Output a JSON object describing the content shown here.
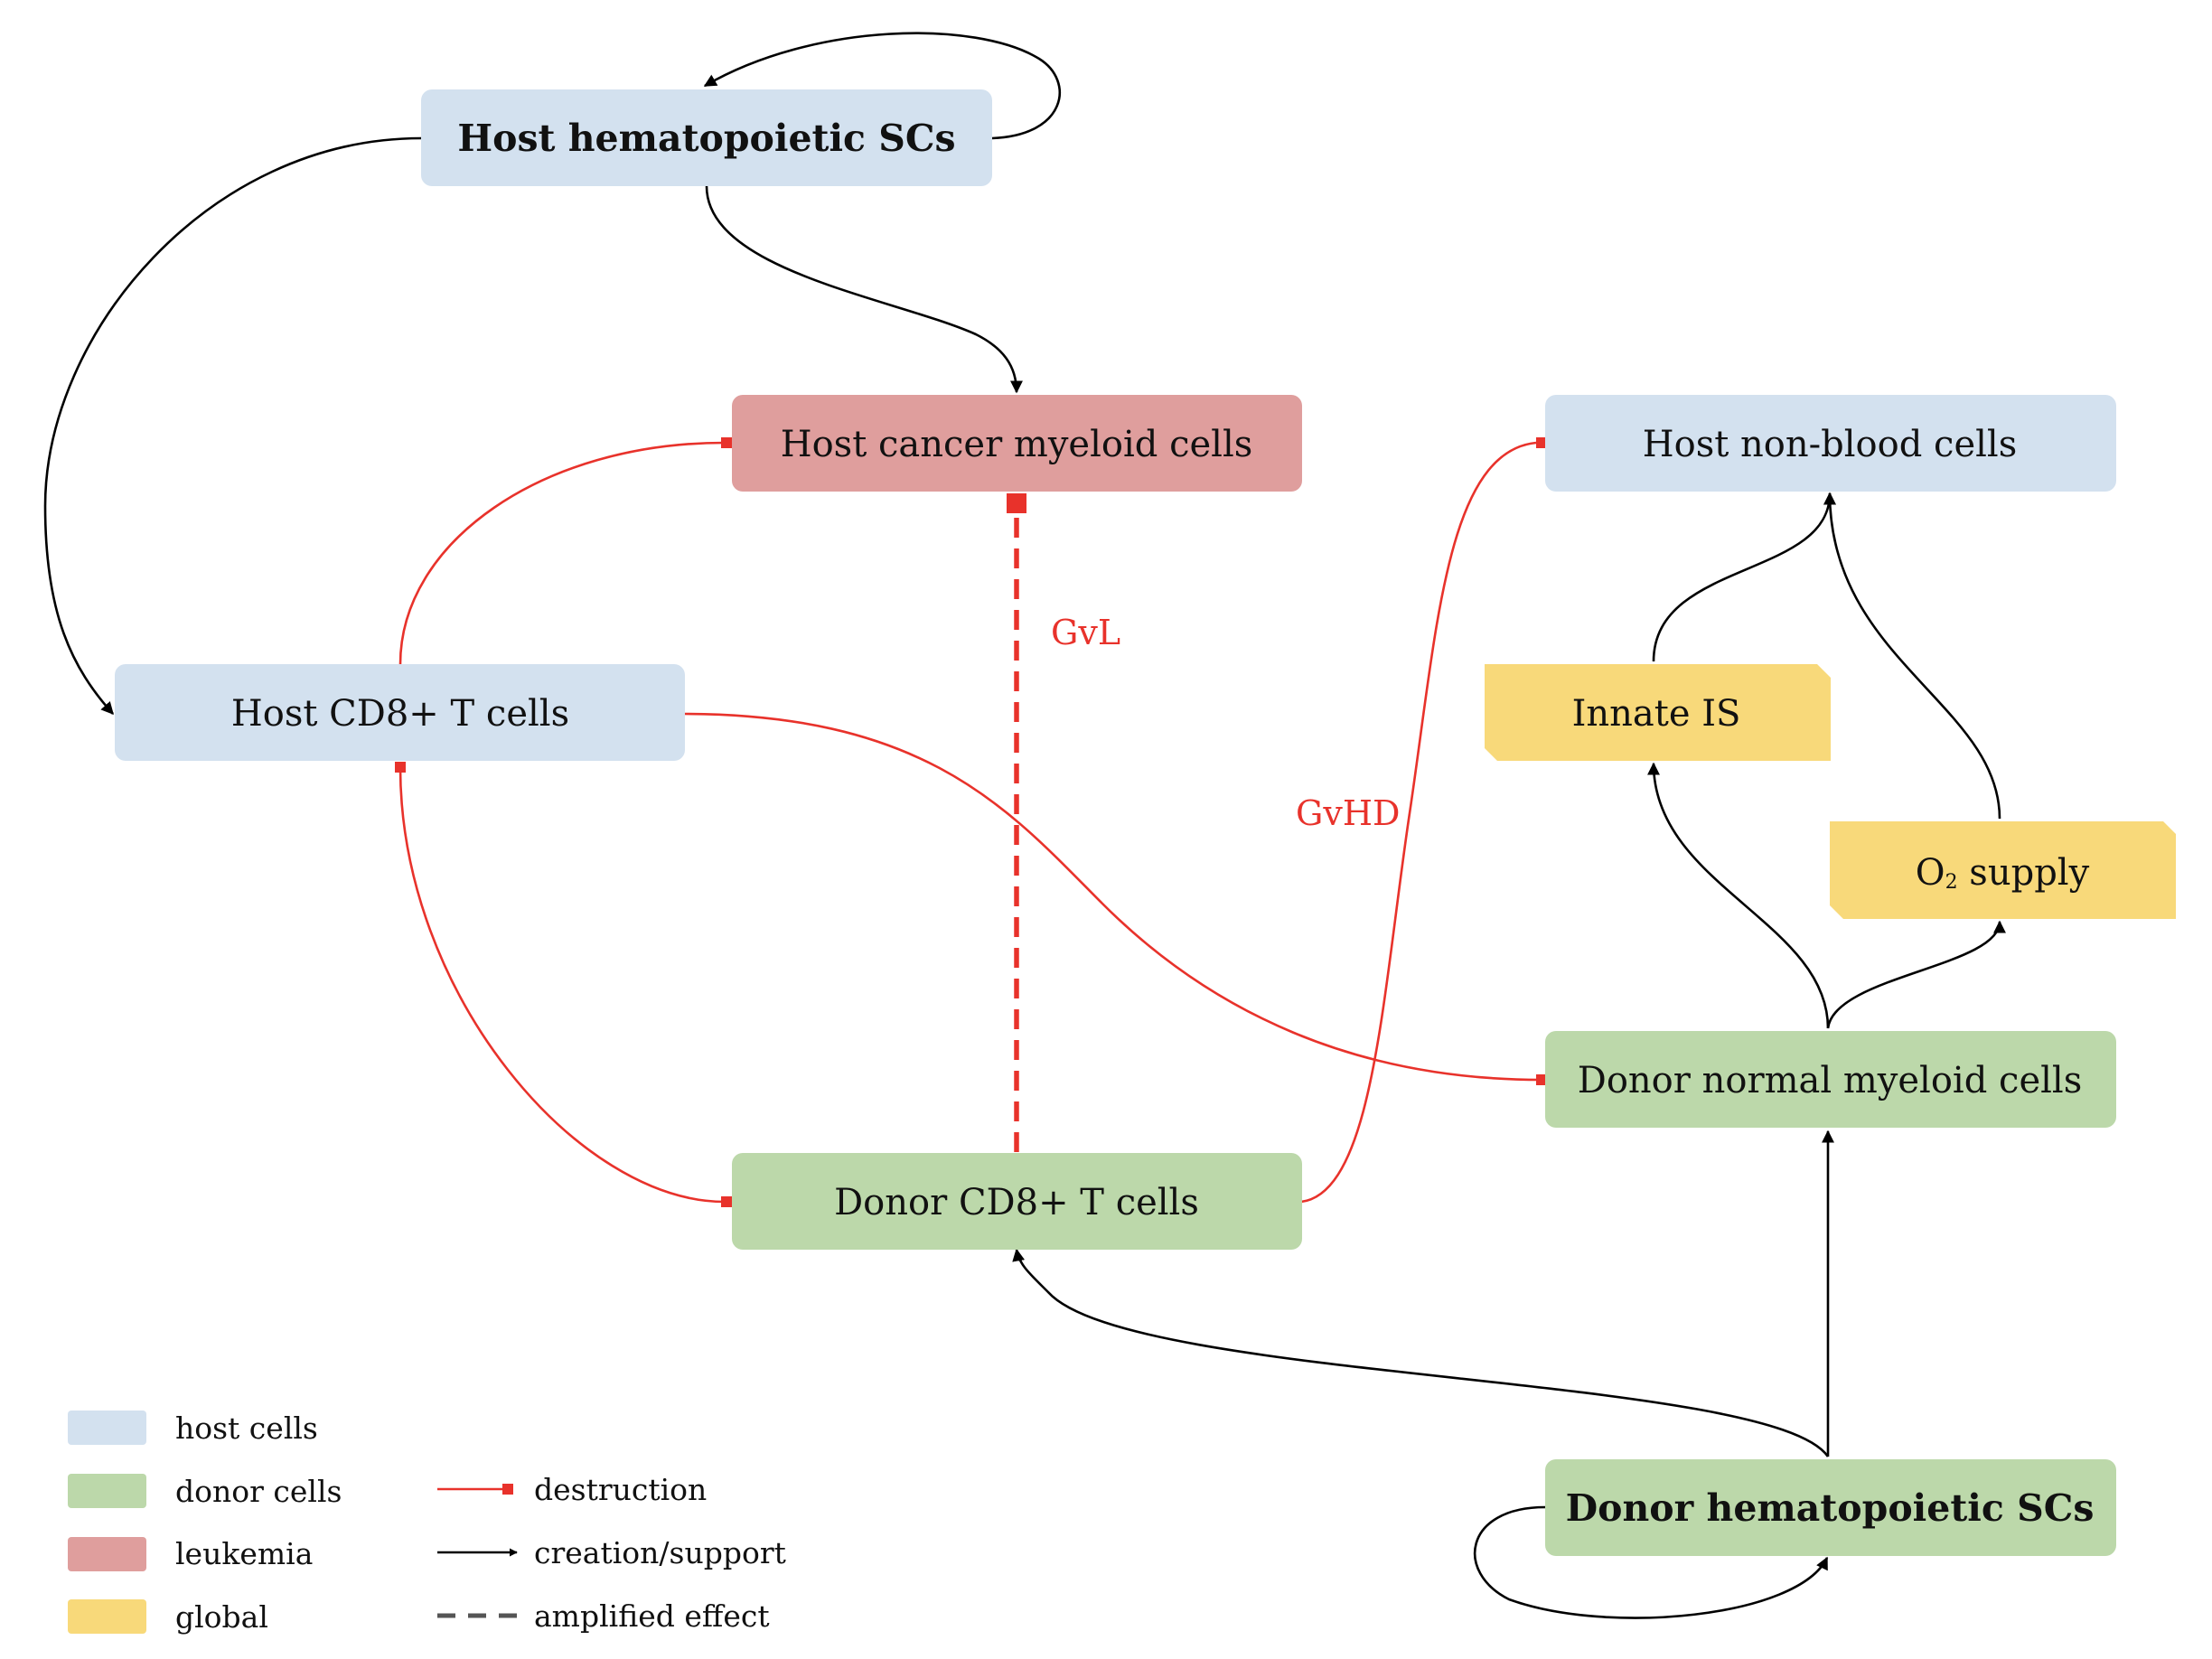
{
  "colors": {
    "host": "#d3e1ef",
    "donor": "#bcd8aa",
    "leukemia": "#df9e9d",
    "global": "#f8d97a",
    "destruction": "#e8322b",
    "creation": "#000000",
    "amplified": "#555555"
  },
  "nodes": {
    "host_hsc": "Host hematopoietic SCs",
    "host_cancer_myeloid": "Host cancer myeloid cells",
    "host_non_blood": "Host non-blood cells",
    "host_cd8": "Host CD8+ T cells",
    "innate_is": "Innate IS",
    "o2_supply_main": "O",
    "o2_supply_sub": "2",
    "o2_supply_rest": " supply",
    "donor_normal_myeloid": "Donor normal myeloid cells",
    "donor_cd8": "Donor CD8+ T cells",
    "donor_hsc": "Donor hematopoietic SCs"
  },
  "edge_labels": {
    "gvl": "GvL",
    "gvhd": "GvHD"
  },
  "legend": {
    "host": "host cells",
    "donor": "donor cells",
    "leukemia": "leukemia",
    "global": "global",
    "destruction": "destruction",
    "creation": "creation/support",
    "amplified": "amplified effect"
  }
}
